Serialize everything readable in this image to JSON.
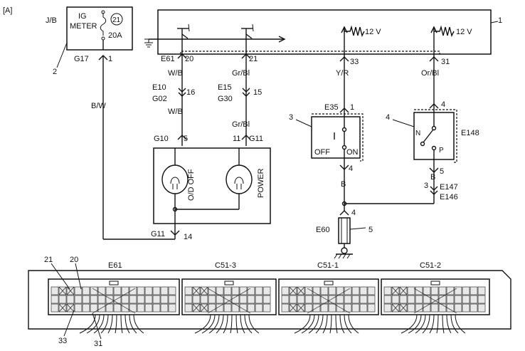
{
  "figure_tag": "[A]",
  "jb": {
    "tag": "J/B",
    "fuse_lines": [
      "IG",
      "METER"
    ],
    "fuse_no": "21",
    "amp": "20A",
    "conn": "G17",
    "pin": "1",
    "callout": "2"
  },
  "callouts": {
    "ecu": "1",
    "od_switch": "3",
    "shift_switch": "4",
    "ground_part": "5"
  },
  "ecu_pins": {
    "p20": "20",
    "p21": "21",
    "p33": "33",
    "p31": "31",
    "connector": "E61"
  },
  "supply": {
    "left": "12 V",
    "right": "12 V"
  },
  "wires": {
    "wb": "W/B",
    "grbl": "Gr/Bl",
    "yr": "Y/R",
    "orbl": "Or/Bl",
    "bw": "B/W",
    "b": "B"
  },
  "junctions": {
    "e10": "E10",
    "g02": "G02",
    "p16": "16",
    "e15": "E15",
    "g30": "G30",
    "p15": "15",
    "g10": "G10",
    "p5": "5",
    "p11": "11",
    "g11": "G11",
    "g11_bottom": "G11",
    "p14": "14"
  },
  "lamps": {
    "od": "O/D OFF",
    "power": "POWER"
  },
  "od_switch": {
    "conn": "E35",
    "pin_top": "1",
    "pin_bottom": "4",
    "off": "OFF",
    "on": "ON"
  },
  "shift_switch": {
    "conn": "E148",
    "pin_top": "4",
    "pin_bottom": "5",
    "n": "N",
    "p": "P"
  },
  "ground_junction": {
    "pin": "3",
    "a": "E147",
    "b": "E146"
  },
  "ground_conn": {
    "conn": "E60",
    "pin": "4"
  },
  "connector_strip": {
    "labels": [
      "E61",
      "C51-3",
      "C51-1",
      "C51-2"
    ],
    "callouts": [
      "21",
      "20",
      "33",
      "31"
    ]
  }
}
